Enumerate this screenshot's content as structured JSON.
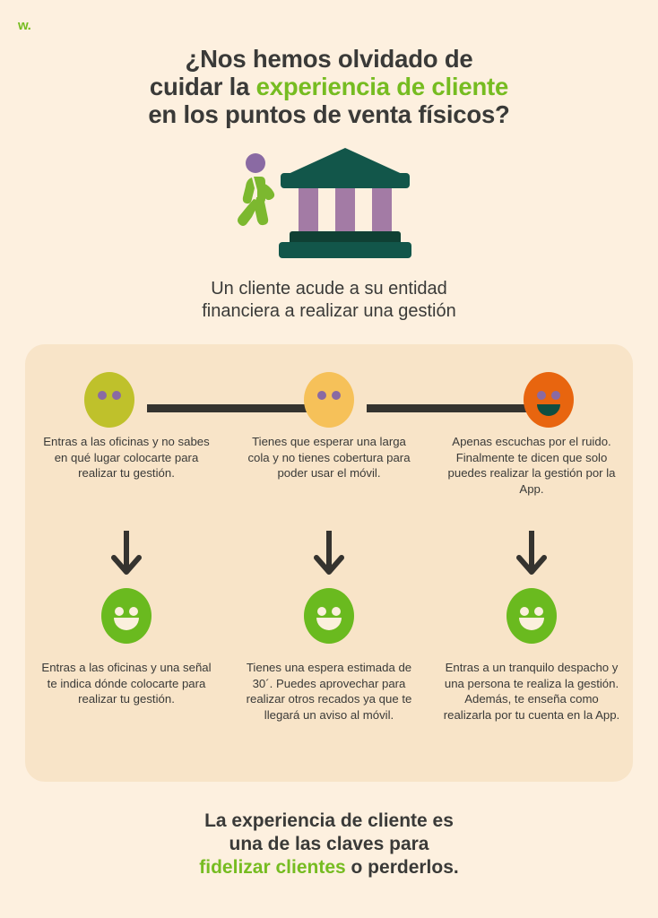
{
  "brand": {
    "logo_text": "w.",
    "green": "#76bc21",
    "dark": "#3a3a38",
    "page_bg": "#fdf0df",
    "panel_bg": "#f8e4c8"
  },
  "headline": {
    "line1": "¿Nos hemos olvidado de",
    "line2_prefix": "cuidar la ",
    "line2_accent": "experiencia de cliente",
    "line3": "en los puntos de venta físicos?"
  },
  "hero": {
    "icon_person": "walking-person-icon",
    "icon_bank": "bank-building-icon",
    "colors": {
      "bank_dark": "#12564a",
      "bank_step": "#0f4034",
      "column": "#a37ba5",
      "person_body": "#7cb82f",
      "person_head": "#8a6aa3"
    }
  },
  "lede": {
    "line1": "Un cliente acude a su entidad",
    "line2": "financiera a realizar una gestión"
  },
  "journey": {
    "before": {
      "steps": [
        {
          "face_name": "neutral-face-olive",
          "face_color": "#bfc12b",
          "eye_color": "#8a6aa3",
          "mouth": "none",
          "caption": "Entras a las oficinas y no sabes en qué lugar colocarte para realizar tu gestión."
        },
        {
          "face_name": "neutral-face-amber",
          "face_color": "#f6c159",
          "eye_color": "#8a6aa3",
          "mouth": "none",
          "caption": "Tienes que esperar una larga cola y no tienes cobertura para poder usar el móvil."
        },
        {
          "face_name": "shocked-face-orange",
          "face_color": "#e8650f",
          "eye_color": "#8a6aa3",
          "mouth": "open",
          "caption": "Apenas escuchas por el ruido. Finalmente te dicen que solo puedes realizar la gestión por la App."
        }
      ]
    },
    "arrow_icon": "arrow-down-icon",
    "after": {
      "steps": [
        {
          "face_name": "happy-face-green",
          "face_color": "#6aba1f",
          "eye_color": "#fbf0dd",
          "mouth": "smile",
          "caption": "Entras a las oficinas y una señal te indica dónde colocarte para realizar tu gestión."
        },
        {
          "face_name": "happy-face-green",
          "face_color": "#6aba1f",
          "eye_color": "#fbf0dd",
          "mouth": "smile",
          "caption": "Tienes una espera estimada de 30´. Puedes aprovechar para realizar otros recados ya que te llegará un aviso al móvil."
        },
        {
          "face_name": "happy-face-green",
          "face_color": "#6aba1f",
          "eye_color": "#fbf0dd",
          "mouth": "smile",
          "caption": "Entras a un tranquilo despacho y una persona te realiza la gestión. Además, te enseña como realizarla por tu cuenta en la App."
        }
      ]
    }
  },
  "footer": {
    "line1": "La experiencia de cliente es",
    "line2": "una de las claves para",
    "line3_accent": "fidelizar clientes",
    "line3_suffix": " o perderlos."
  }
}
